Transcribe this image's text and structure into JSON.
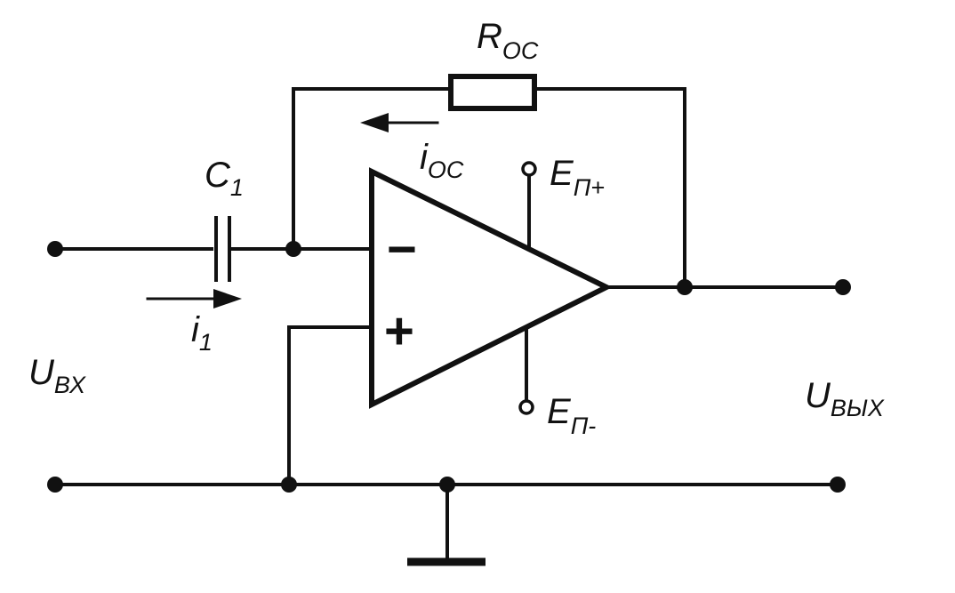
{
  "components": {
    "feedback_resistor": {
      "symbol": "R",
      "subscript": "ОС"
    },
    "input_capacitor": {
      "symbol": "C",
      "subscript": "1"
    },
    "op_amp": {
      "inverting_sign": "−",
      "noninverting_sign": "+"
    }
  },
  "currents": {
    "feedback": {
      "symbol": "i",
      "subscript": "ОС"
    },
    "input": {
      "symbol": "i",
      "subscript": "1"
    }
  },
  "supplies": {
    "positive": {
      "symbol": "E",
      "subscript": "П+"
    },
    "negative": {
      "symbol": "E",
      "subscript": "П-"
    }
  },
  "voltages": {
    "input": {
      "symbol": "U",
      "subscript": "ВХ"
    },
    "output": {
      "symbol": "U",
      "subscript": "ВЫХ"
    }
  }
}
